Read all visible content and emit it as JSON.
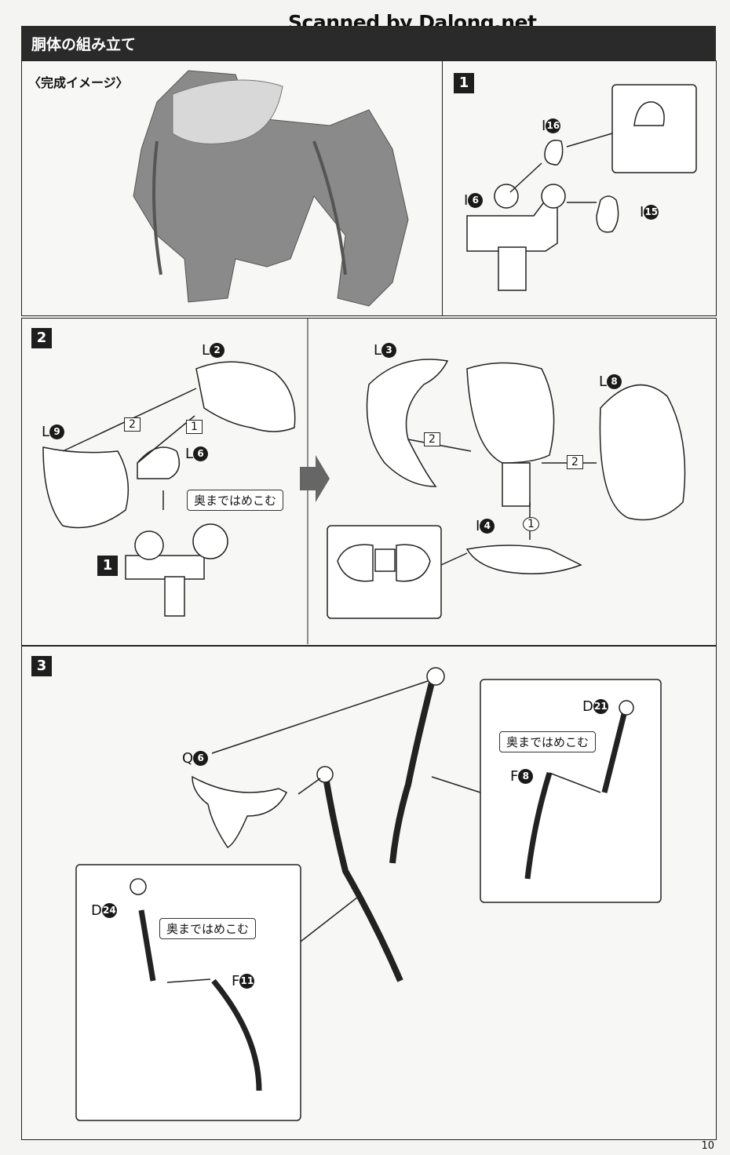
{
  "watermark": "Scanned by Dalong.net",
  "section_title": "胴体の組み立て",
  "preview_label": "〈完成イメージ〉",
  "steps": [
    "1",
    "2",
    "3"
  ],
  "callouts": {
    "insert": "奥まではめこむ"
  },
  "parts": {
    "i16": {
      "letter": "I",
      "num": "16"
    },
    "i6": {
      "letter": "I",
      "num": "6"
    },
    "i15": {
      "letter": "I",
      "num": "15"
    },
    "l2": {
      "letter": "L",
      "num": "2"
    },
    "l9": {
      "letter": "L",
      "num": "9"
    },
    "l6": {
      "letter": "L",
      "num": "6"
    },
    "l3": {
      "letter": "L",
      "num": "3"
    },
    "l8": {
      "letter": "L",
      "num": "8"
    },
    "i4": {
      "letter": "I",
      "num": "4"
    },
    "q6": {
      "letter": "Q",
      "num": "6"
    },
    "d21": {
      "letter": "D",
      "num": "21"
    },
    "f8": {
      "letter": "F",
      "num": "8"
    },
    "d24": {
      "letter": "D",
      "num": "24"
    },
    "f11": {
      "letter": "F",
      "num": "11"
    }
  },
  "order_marks": {
    "first": "1",
    "second": "2"
  },
  "page_number": "10"
}
